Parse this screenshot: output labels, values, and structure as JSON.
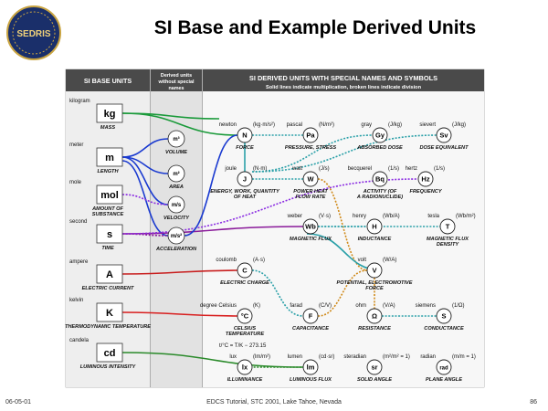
{
  "title": "SI Base and Example Derived Units",
  "logo_text": "SEDRIS",
  "footer": {
    "left": "06-05-01",
    "center": "EDCS Tutorial, STC 2001, Lake Tahoe, Nevada",
    "right": "86"
  },
  "headers": {
    "base": "SI BASE UNITS",
    "derived_line1": "Derived units",
    "derived_line2": "without special",
    "derived_line3": "names",
    "special": "SI DERIVED UNITS WITH SPECIAL NAMES AND SYMBOLS",
    "special_sub": "Solid lines indicate multiplication, broken lines indicate division"
  },
  "base_units": [
    {
      "name": "kilogram",
      "symbol": "kg",
      "quantity": "MASS"
    },
    {
      "name": "meter",
      "symbol": "m",
      "quantity": "LENGTH"
    },
    {
      "name": "mole",
      "symbol": "mol",
      "quantity": "AMOUNT OF SUBSTANCE"
    },
    {
      "name": "second",
      "symbol": "s",
      "quantity": "TIME"
    },
    {
      "name": "ampere",
      "symbol": "A",
      "quantity": "ELECTRIC CURRENT"
    },
    {
      "name": "kelvin",
      "symbol": "K",
      "quantity": "THERMODYNAMIC TEMPERATURE"
    },
    {
      "name": "candela",
      "symbol": "cd",
      "quantity": "LUMINOUS INTENSITY"
    }
  ],
  "derived_no_names": [
    {
      "symbol": "m³",
      "quantity": "VOLUME"
    },
    {
      "symbol": "m²",
      "quantity": "AREA"
    },
    {
      "symbol": "m/s",
      "quantity": "VELOCITY"
    },
    {
      "symbol": "m/s²",
      "quantity": "ACCELERATION"
    }
  ],
  "special_units": [
    {
      "name": "newton",
      "unit": "(kg·m/s²)",
      "symbol": "N",
      "quantity": "FORCE"
    },
    {
      "name": "pascal",
      "unit": "(N/m²)",
      "symbol": "Pa",
      "quantity": "PRESSURE, STRESS"
    },
    {
      "name": "gray",
      "unit": "(J/kg)",
      "symbol": "Gy",
      "quantity": "ABSORBED DOSE"
    },
    {
      "name": "sievert",
      "unit": "(J/kg)",
      "symbol": "Sv",
      "quantity": "DOSE EQUIVALENT"
    },
    {
      "name": "joule",
      "unit": "(N·m)",
      "symbol": "J",
      "quantity": "ENERGY, WORK, QUANTITY OF HEAT"
    },
    {
      "name": "watt",
      "unit": "(J/s)",
      "symbol": "W",
      "quantity": "POWER HEAT FLOW RATE"
    },
    {
      "name": "becquerel",
      "unit": "(1/s)",
      "symbol": "Bq",
      "quantity": "ACTIVITY (OF A RADIONUCLIDE)"
    },
    {
      "name": "hertz",
      "unit": "(1/s)",
      "symbol": "Hz",
      "quantity": "FREQUENCY"
    },
    {
      "name": "weber",
      "unit": "(V·s)",
      "symbol": "Wb",
      "quantity": "MAGNETIC FLUX"
    },
    {
      "name": "henry",
      "unit": "(Wb/A)",
      "symbol": "H",
      "quantity": "INDUCTANCE"
    },
    {
      "name": "tesla",
      "unit": "(Wb/m²)",
      "symbol": "T",
      "quantity": "MAGNETIC FLUX DENSITY"
    },
    {
      "name": "coulomb",
      "unit": "(A·s)",
      "symbol": "C",
      "quantity": "ELECTRIC CHARGE"
    },
    {
      "name": "volt",
      "unit": "(W/A)",
      "symbol": "V",
      "quantity": "POTENTIAL, ELECTROMOTIVE FORCE"
    },
    {
      "name": "degree Celsius",
      "unit": "(K)",
      "symbol": "°C",
      "quantity": "CELSIUS TEMPERATURE"
    },
    {
      "name": "farad",
      "unit": "(C/V)",
      "symbol": "F",
      "quantity": "CAPACITANCE"
    },
    {
      "name": "ohm",
      "unit": "(V/A)",
      "symbol": "Ω",
      "quantity": "RESISTANCE"
    },
    {
      "name": "siemens",
      "unit": "(1/Ω)",
      "symbol": "S",
      "quantity": "CONDUCTANCE"
    },
    {
      "name": "lux",
      "unit": "(lm/m²)",
      "symbol": "lx",
      "quantity": "ILLUMINANCE"
    },
    {
      "name": "lumen",
      "unit": "(cd·sr)",
      "symbol": "lm",
      "quantity": "LUMINOUS FLUX"
    },
    {
      "name": "steradian",
      "unit": "(m²/m² = 1)",
      "symbol": "sr",
      "quantity": "SOLID ANGLE"
    },
    {
      "name": "radian",
      "unit": "(m/m = 1)",
      "symbol": "rad",
      "quantity": "PLANE ANGLE"
    }
  ],
  "celsius_formula": "t/°C = T/K − 273.15",
  "colors": {
    "header_bg": "#4a4a4a",
    "mass": "#1a9a3a",
    "length": "#1a3ad0",
    "mole": "#8a2be2",
    "time": "#8a1a9a",
    "current": "#c81e1e",
    "temperature": "#d81e1e",
    "luminous": "#2a8a2a",
    "derived": "#2aa0a8",
    "division": "#d08a1a"
  }
}
